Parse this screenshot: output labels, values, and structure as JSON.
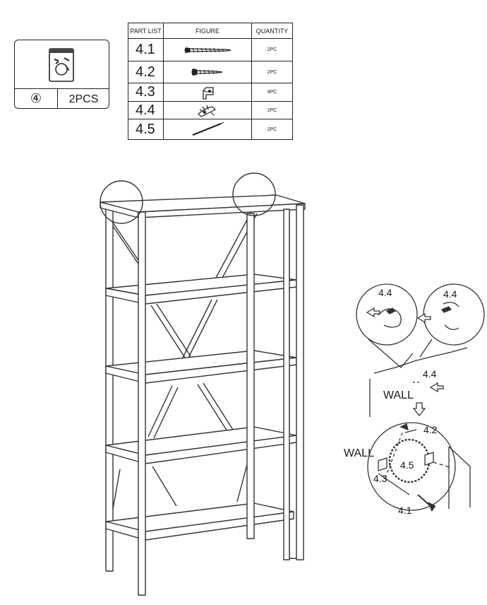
{
  "package": {
    "number": "④",
    "quantity": "2PCS",
    "icon": "hardware-bag-icon"
  },
  "parts_table": {
    "headers": [
      "PART LIST",
      "FIGURE",
      "QUANTITY"
    ],
    "rows": [
      {
        "id": "4.1",
        "figure": "long-screw-icon",
        "quantity": "2PC"
      },
      {
        "id": "4.2",
        "figure": "short-screw-icon",
        "quantity": "2PC"
      },
      {
        "id": "4.3",
        "figure": "l-bracket-icon",
        "quantity": "4PC"
      },
      {
        "id": "4.4",
        "figure": "wall-anchor-icon",
        "quantity": "2PC"
      },
      {
        "id": "4.5",
        "figure": "tether-strap-icon",
        "quantity": "2PC"
      }
    ]
  },
  "diagram": {
    "wall_label_top": "WALL",
    "wall_label_bottom": "WALL",
    "callouts": [
      "4.4",
      "4.4",
      "4.4",
      "4.2",
      "4.5",
      "4.3",
      "4.1"
    ]
  }
}
